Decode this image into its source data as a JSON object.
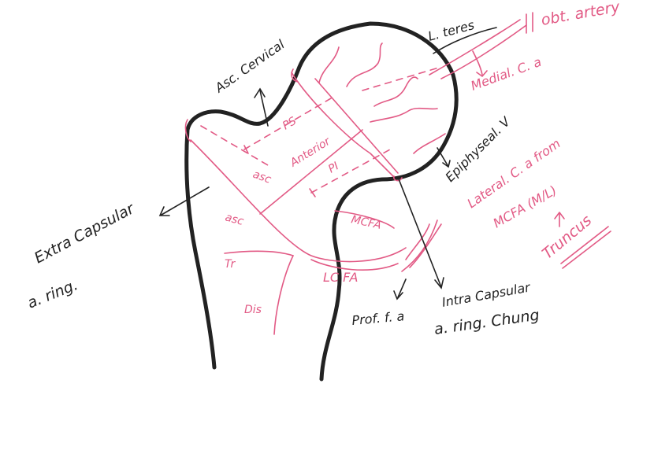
{
  "colors": {
    "ink": "#222222",
    "pink": "#e25a85",
    "background": "#ffffff"
  },
  "labels": {
    "obt_artery": "obt. artery",
    "lig_teres": "L. teres",
    "medial_ca": "Medial. C. a",
    "asc_cervical": "Asc. Cervical",
    "ps": "PS",
    "pi": "PI",
    "anterior": "Anterior",
    "asc_upper": "asc",
    "asc_lower": "asc",
    "tr": "Tr",
    "dis": "Dis",
    "mcfa": "MCFA",
    "lcfa": "LC FA",
    "epiphyseal_v": "Epiphyseal. V",
    "lateral_ca_from": "Lateral. C. a from",
    "mcfa_ml": "MCFA (M/L)",
    "truncus": "Truncus",
    "extra_capsular": "Extra Capsular",
    "a_ring_extra": "a. ring.",
    "prof_fa": "Prof. f. a",
    "intra_capsular": "Intra Capsular",
    "a_ring_chung": "a. ring. Chung"
  }
}
